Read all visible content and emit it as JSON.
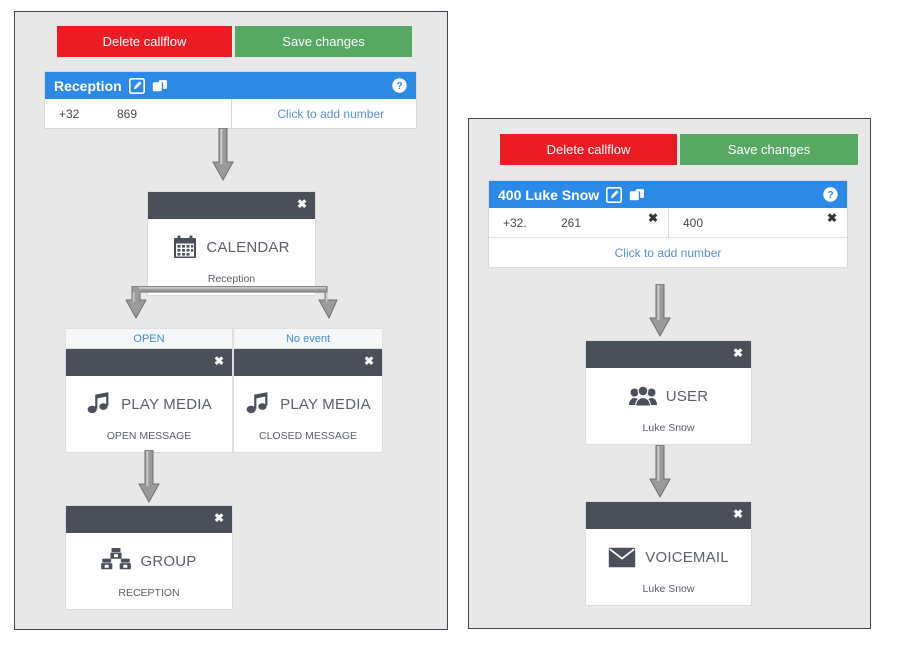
{
  "panels": [
    {
      "id": "reception",
      "buttons": {
        "delete_label": "Delete callflow",
        "save_label": "Save changes"
      },
      "header": {
        "title": "Reception",
        "edit_icon": "edit-pencil-icon",
        "clone_icon": "clone-copy-icon",
        "help_icon": "help-question-icon"
      },
      "numbers": {
        "rows": [
          {
            "prefix": "+32",
            "number": "869",
            "removable": false
          }
        ],
        "add_label": "Click to add number",
        "add_inline": true
      },
      "nodes": [
        {
          "type": "CALENDAR",
          "subtitle": "Reception",
          "icon": "calendar-icon"
        },
        {
          "type": "PLAY MEDIA",
          "subtitle": "OPEN MESSAGE",
          "icon": "music-note-icon",
          "branch": "OPEN"
        },
        {
          "type": "PLAY MEDIA",
          "subtitle": "CLOSED MESSAGE",
          "icon": "music-note-icon",
          "branch": "No event"
        },
        {
          "type": "GROUP",
          "subtitle": "RECEPTION",
          "icon": "group-phones-icon"
        }
      ]
    },
    {
      "id": "luke-snow",
      "buttons": {
        "delete_label": "Delete callflow",
        "save_label": "Save changes"
      },
      "header": {
        "title": "400 Luke Snow",
        "edit_icon": "edit-pencil-icon",
        "clone_icon": "clone-copy-icon",
        "help_icon": "help-question-icon"
      },
      "numbers": {
        "rows": [
          {
            "prefix": "+32.",
            "number": "261",
            "removable": true
          },
          {
            "prefix": "",
            "number": "400",
            "removable": true
          }
        ],
        "add_label": "Click to add number",
        "add_inline": false
      },
      "nodes": [
        {
          "type": "USER",
          "subtitle": "Luke Snow",
          "icon": "users-icon"
        },
        {
          "type": "VOICEMAIL",
          "subtitle": "Luke Snow",
          "icon": "envelope-icon"
        }
      ]
    }
  ],
  "colors": {
    "delete": "#ec1c24",
    "save": "#57a863",
    "header_blue": "#2c89e5",
    "node_bar": "#4a4f5a",
    "panel_bg": "#e8e8e8",
    "link_blue": "#5b8ecf",
    "branch_blue": "#3d8ddc",
    "arrow_gray": "#8e8e8e"
  },
  "close_glyph": "✖"
}
